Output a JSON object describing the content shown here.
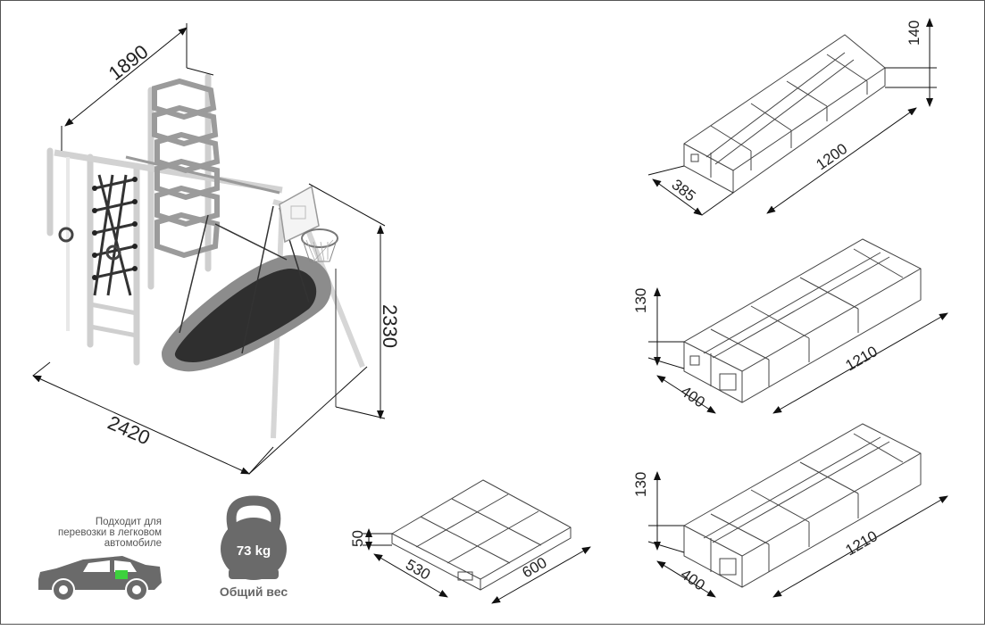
{
  "main": {
    "dimensions": {
      "depth": "1890",
      "width": "2420",
      "height": "2330"
    },
    "colors": {
      "frame": "#bdbdbd",
      "nest": "#2f2f2f",
      "nest_rim": "#8c8c8c",
      "icons": "#6a6a6a",
      "accent": "#3dd13d"
    }
  },
  "packages": [
    {
      "height": "140",
      "length": "1200",
      "width": "385"
    },
    {
      "height": "130",
      "length": "1210",
      "width": "400"
    },
    {
      "height": "130",
      "length": "1210",
      "width": "400"
    },
    {
      "height": "50",
      "length": "600",
      "width": "530"
    }
  ],
  "car_note": {
    "line1": "Подходит для",
    "line2": "перевозки в легковом",
    "line3": "автомобиле",
    "icon": "car-icon"
  },
  "weight": {
    "value": "73 kg",
    "caption": "Общий вес",
    "icon": "kettlebell-icon"
  }
}
